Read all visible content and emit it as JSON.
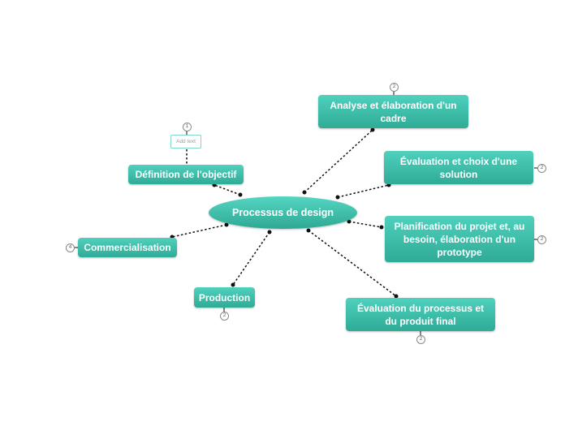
{
  "center": {
    "label": "Processus de design"
  },
  "nodes": [
    {
      "id": "analyse",
      "label": "Analyse et élaboration d'un cadre",
      "count": "2"
    },
    {
      "id": "evaluation-choix",
      "label": "Évaluation et choix d'une solution",
      "count": "2"
    },
    {
      "id": "planification",
      "label": "Planification du projet et, au besoin, élaboration d'un prototype",
      "count": "2"
    },
    {
      "id": "evaluation-processus",
      "label": "Évaluation du processus et du produit final",
      "count": "2"
    },
    {
      "id": "production",
      "label": "Production",
      "count": "2"
    },
    {
      "id": "commercialisation",
      "label": "Commercialisation",
      "count": "4"
    },
    {
      "id": "definition",
      "label": "Définition de l'objectif",
      "count": "1"
    }
  ],
  "placeholder": {
    "add_text": "Add text"
  },
  "colors": {
    "node_top": "#4fd1bd",
    "node_bottom": "#2fab96",
    "connector": "#111111",
    "text": "#ffffff"
  }
}
